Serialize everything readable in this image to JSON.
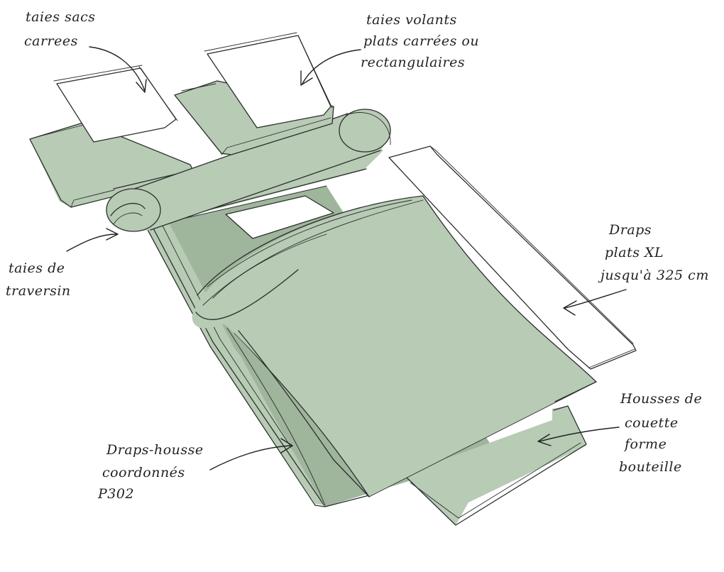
{
  "colors": {
    "fabric": "#b8cbb5",
    "fabric_shadow": "#9fb59c",
    "paper": "#ffffff",
    "ink": "#2a2e2c"
  },
  "labels": {
    "taies_sacs": [
      "taies sacs",
      "carrees"
    ],
    "taies_volants": [
      "taies volants",
      "plats carrées ou",
      "rectangulaires"
    ],
    "taies_traversin": [
      "taies de",
      "traversin"
    ],
    "draps_plats": [
      "Draps",
      "plats XL",
      "jusqu'à 325 cm"
    ],
    "housses_couette": [
      "Housses de",
      "couette",
      "forme",
      "bouteille"
    ],
    "draps_housse": [
      "Draps-housse",
      "coordonnés",
      "P302"
    ]
  }
}
